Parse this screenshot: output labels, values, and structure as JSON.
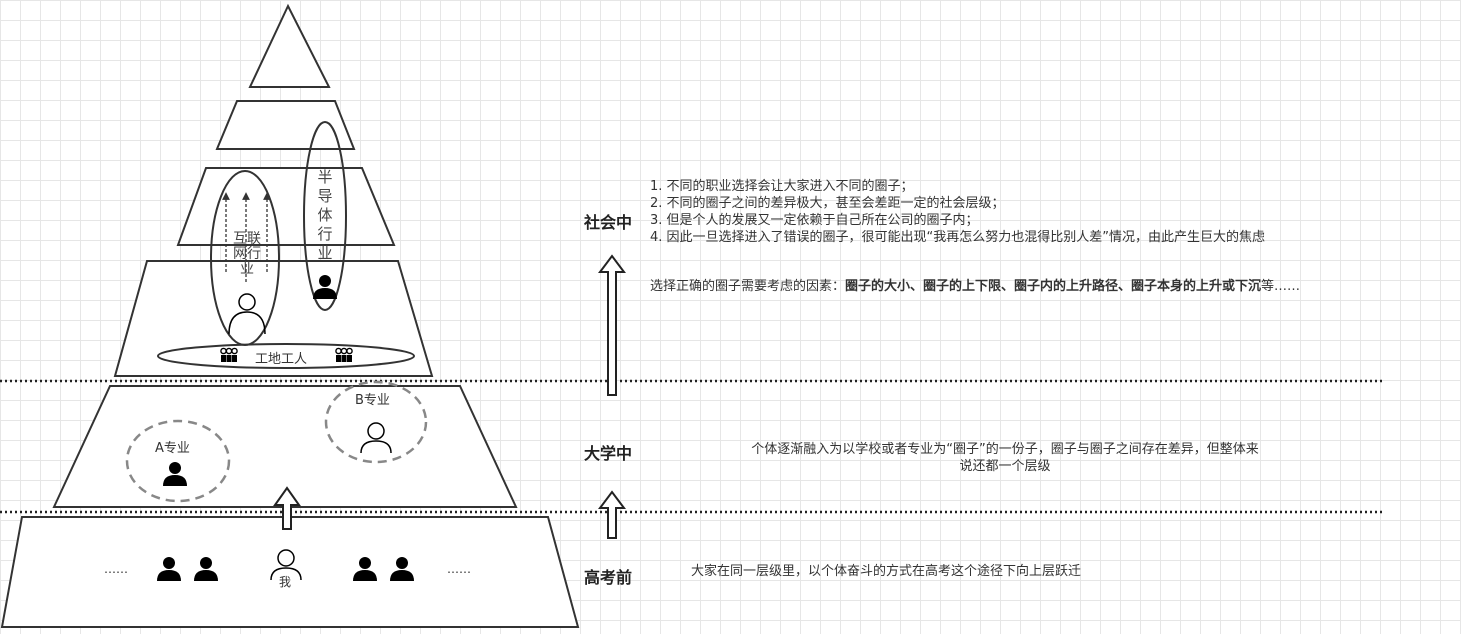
{
  "pyramid": {
    "internet_industry": "互联网行业",
    "semiconductor_industry": "半导体行业",
    "construction_workers": "工地工人",
    "major_a": "A专业",
    "major_b": "B专业",
    "me": "我",
    "ellipsis_left": "……",
    "ellipsis_right": "……"
  },
  "stages": {
    "society": {
      "label": "社会中",
      "points": [
        "1. 不同的职业选择会让大家进入不同的圈子；",
        "2. 不同的圈子之间的差异极大，甚至会差距一定的社会层级；",
        "3. 但是个人的发展又一定依赖于自己所在公司的圈子内；",
        "4. 因此一旦选择进入了错误的圈子，很可能出现“我再怎么努力也混得比别人差”情况，由此产生巨大的焦虑"
      ],
      "factors_prefix": "选择正确的圈子需要考虑的因素：",
      "factors_bold": "圈子的大小、圈子的上下限、圈子内的上升路径、圈子本身的上升或下沉",
      "factors_suffix": "等……"
    },
    "university": {
      "label": "大学中",
      "line1": "个体逐渐融入为以学校或者专业为“圈子”的一份子，圈子与圈子之间存在差异，但整体来",
      "line2": "说还都一个层级"
    },
    "before_exam": {
      "label": "高考前",
      "text": "大家在同一层级里，以个体奋斗的方式在高考这个途径下向上层跃迁"
    }
  }
}
